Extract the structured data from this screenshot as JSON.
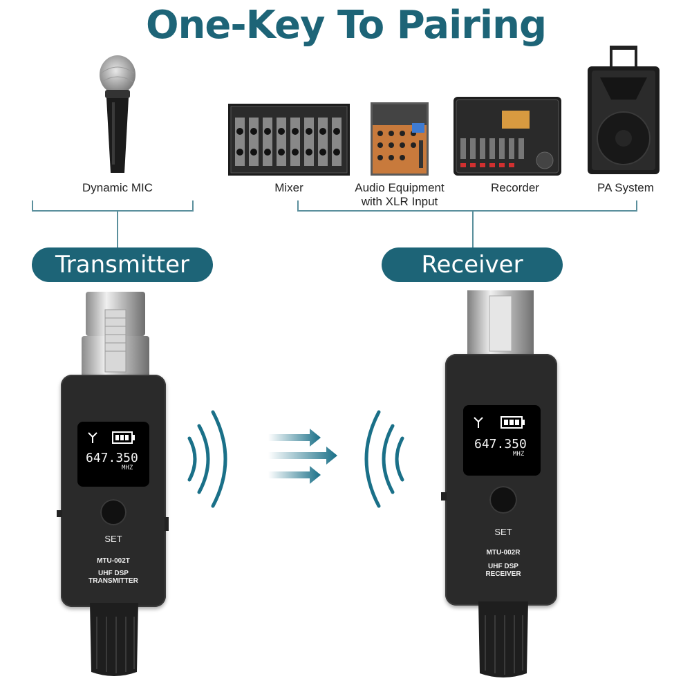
{
  "title": "One-Key To Pairing",
  "sources": [
    {
      "label": "Dynamic MIC",
      "icon": "microphone-icon"
    }
  ],
  "destinations": [
    {
      "label": "Mixer",
      "icon": "mixer-icon"
    },
    {
      "label": "Audio Equipment with XLR Input",
      "line1": "Audio Equipment",
      "line2": "with XLR Input",
      "icon": "audio-equipment-icon"
    },
    {
      "label": "Recorder",
      "icon": "recorder-icon"
    },
    {
      "label": "PA System",
      "icon": "pa-speaker-icon"
    }
  ],
  "transmitter": {
    "pill": "Transmitter",
    "frequency": "647.350",
    "unit": "MHZ",
    "set_label": "SET",
    "model": "MTU-002T",
    "type_line1": "UHF DSP",
    "type_line2": "TRANSMITTER"
  },
  "receiver": {
    "pill": "Receiver",
    "frequency": "647.350",
    "unit": "MHZ",
    "set_label": "SET",
    "model": "MTU-002R",
    "type_line1": "UHF DSP",
    "type_line2": "RECEIVER"
  },
  "colors": {
    "accent": "#1d6477",
    "signal": "#1a7088",
    "device_body": "#2a2a2a"
  }
}
